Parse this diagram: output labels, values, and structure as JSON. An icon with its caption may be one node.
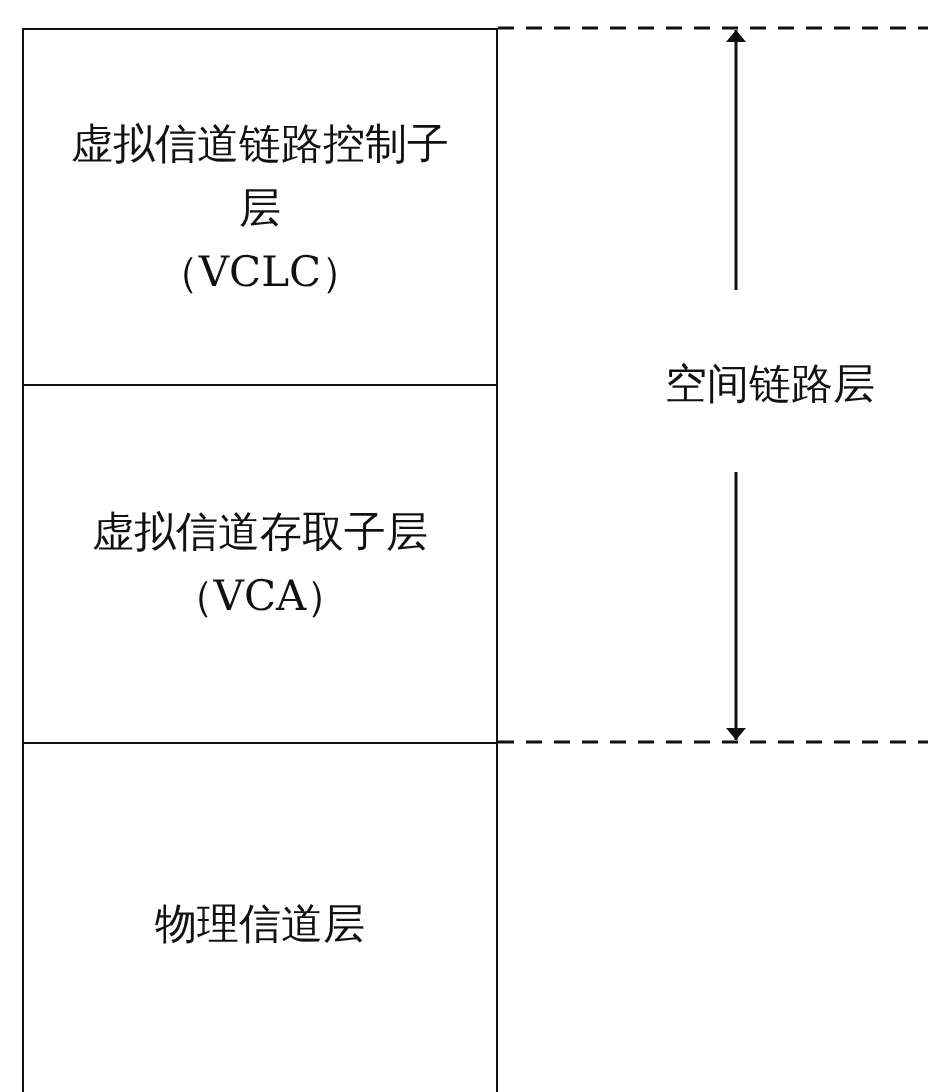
{
  "diagram": {
    "nodes": [
      {
        "text": [
          "虚拟信道链路控制子层",
          "（VCLC）"
        ]
      },
      {
        "text": [
          "虚拟信道存取子层",
          "（VCA）"
        ]
      },
      {
        "text": [
          "物理信道层"
        ]
      }
    ],
    "labels": [
      "空间链路层"
    ]
  }
}
